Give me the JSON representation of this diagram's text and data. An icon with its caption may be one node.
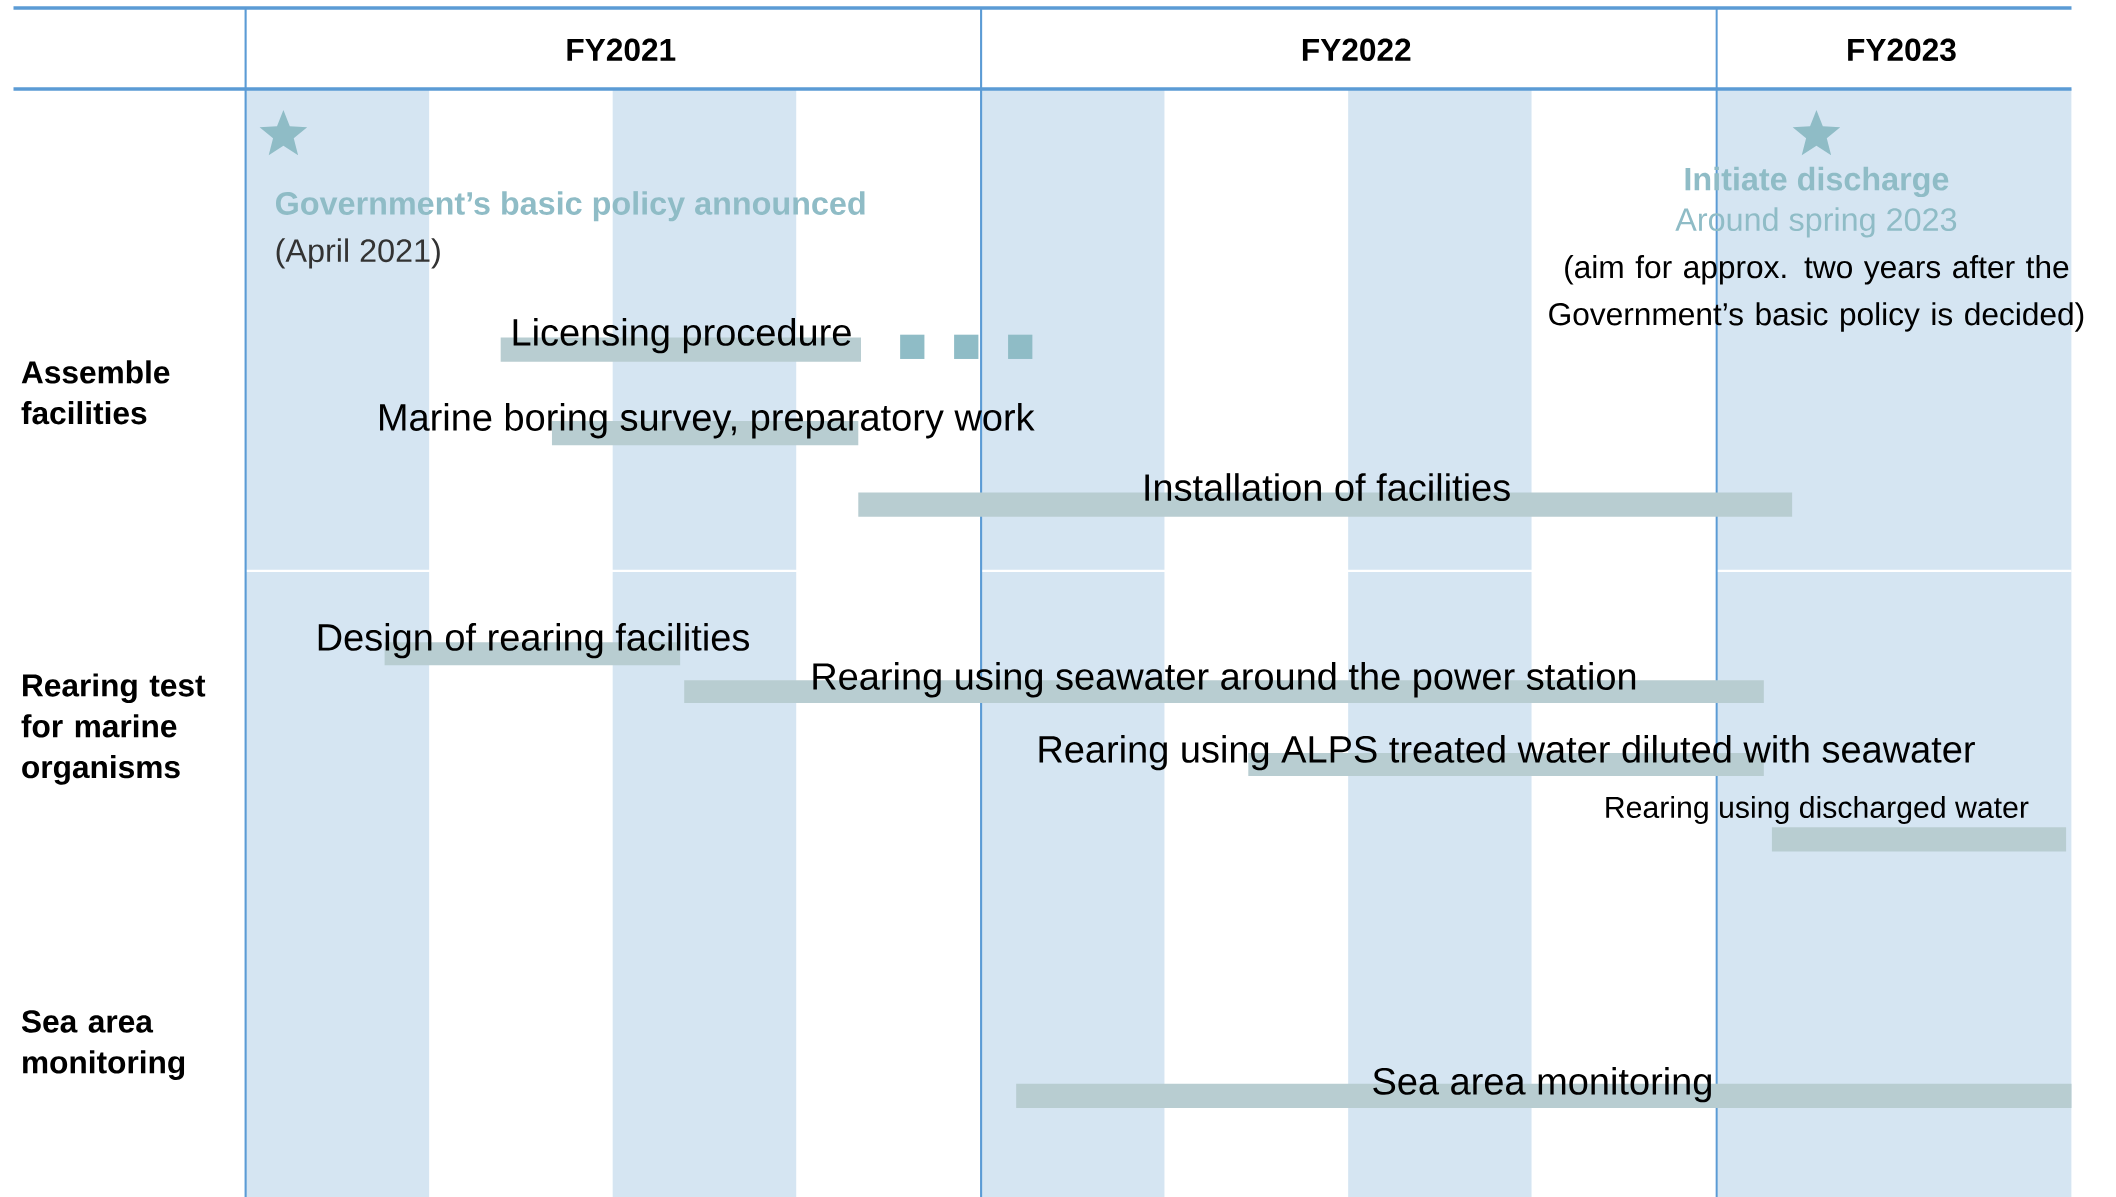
{
  "diagram": {
    "nodes": [
      {
        "text": [
          "Government’s basic policy announced",
          "(April 2021)"
        ]
      },
      {
        "text": [
          "Initiate discharge",
          "Around spring 2023",
          "(aim for approx. two years after the Government’s basic policy is decided)"
        ]
      },
      {
        "text": [
          "Licensing procedure"
        ]
      },
      {
        "text": [
          "Marine boring survey, preparatory work"
        ]
      },
      {
        "text": [
          "Installation of facilities"
        ]
      },
      {
        "text": [
          "Design of rearing facilities"
        ]
      },
      {
        "text": [
          "Rearing using seawater around the power station"
        ]
      },
      {
        "text": [
          "Rearing using ALPS treated water diluted with seawater"
        ]
      },
      {
        "text": [
          "Rearing using discharged water"
        ]
      },
      {
        "text": [
          "Sea area monitoring"
        ]
      }
    ],
    "labels": [
      "FY2021",
      "FY2022",
      "FY2023",
      "Assemble facilities",
      "Rearing test for marine organisms",
      "Sea area monitoring"
    ]
  }
}
